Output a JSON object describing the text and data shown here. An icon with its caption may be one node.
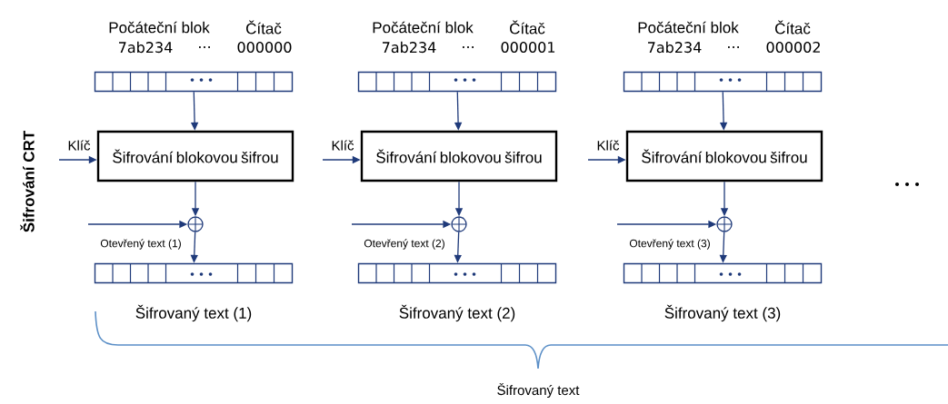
{
  "diagram": {
    "nodes": [
      {
        "text": [],
        "shape": "bar",
        "beside": [
          "Počáteční blok",
          "Čítač",
          "7ab234",
          "...",
          "000000"
        ]
      },
      {
        "text": [
          "Šifrování blokovou šifrou"
        ]
      },
      {
        "text": [],
        "shape": "circle"
      },
      {
        "text": [],
        "shape": "bar",
        "beside": [
          "Šifrovaný text (1)"
        ]
      },
      {
        "text": [],
        "shape": "bar",
        "beside": [
          "Počáteční blok",
          "Čítač",
          "7ab234",
          "...",
          "000001"
        ]
      },
      {
        "text": [
          "Šifrování blokovou šifrou"
        ]
      },
      {
        "text": [],
        "shape": "circle"
      },
      {
        "text": [],
        "shape": "bar",
        "beside": [
          "Šifrovaný text (2)"
        ]
      },
      {
        "text": [],
        "shape": "bar",
        "beside": [
          "Počáteční blok",
          "Čítač",
          "7ab234",
          "...",
          "000002"
        ]
      },
      {
        "text": [
          "Šifrování blokovou šifrou"
        ]
      },
      {
        "text": [],
        "shape": "circle"
      },
      {
        "text": [],
        "shape": "bar",
        "beside": [
          "Šifrovaný text (3)"
        ]
      }
    ],
    "edges": [
      {
        "from": 0,
        "to": 1,
        "arrow": "to"
      },
      {
        "from": null,
        "to": 1,
        "arrow": "to",
        "label": "Klíč"
      },
      {
        "from": 1,
        "to": 2,
        "arrow": "to"
      },
      {
        "from": null,
        "to": 2,
        "arrow": "to",
        "label": "Otevřený text (1)"
      },
      {
        "from": 2,
        "to": 3,
        "arrow": "to"
      },
      {
        "from": 4,
        "to": 5,
        "arrow": "to"
      },
      {
        "from": null,
        "to": 5,
        "arrow": "to",
        "label": "Klíč"
      },
      {
        "from": 5,
        "to": 6,
        "arrow": "to"
      },
      {
        "from": null,
        "to": 6,
        "arrow": "to",
        "label": "Otevřený text (2)"
      },
      {
        "from": 6,
        "to": 7,
        "arrow": "to"
      },
      {
        "from": 8,
        "to": 9,
        "arrow": "to"
      },
      {
        "from": null,
        "to": 9,
        "arrow": "to",
        "label": "Klíč"
      },
      {
        "from": 9,
        "to": 10,
        "arrow": "to"
      },
      {
        "from": null,
        "to": 10,
        "arrow": "to",
        "label": "Otevřený text (3)"
      },
      {
        "from": 10,
        "to": 11,
        "arrow": "to"
      }
    ],
    "labels": [
      "Šifrování CRT",
      "Šifrovaný text"
    ]
  }
}
